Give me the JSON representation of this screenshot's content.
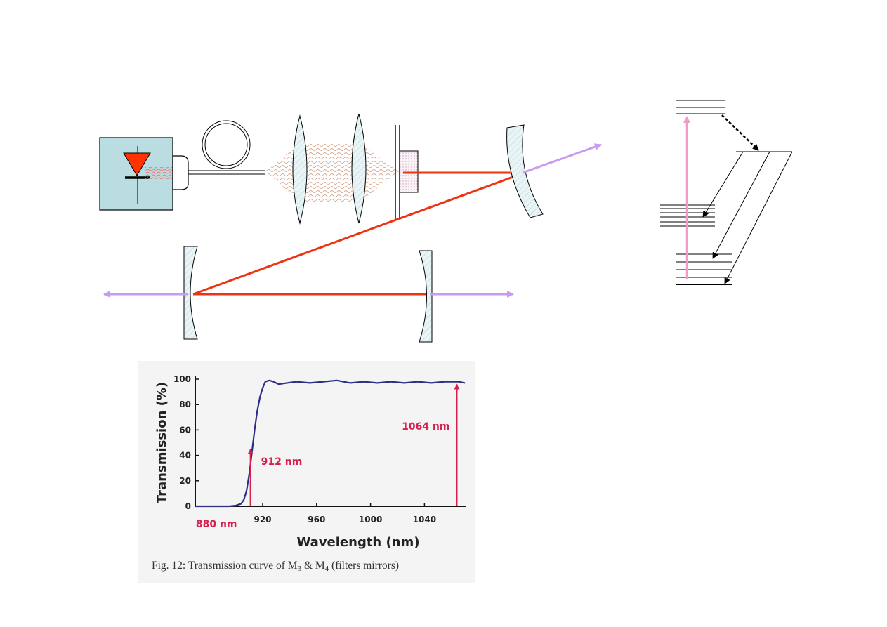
{
  "colors": {
    "laser_red": "#ee3311",
    "violet_beam": "#c89af0",
    "pump_pink": "#f59ac8",
    "diode_box": "#b9dde0",
    "diode_red": "#ff3300",
    "curve_blue": "#2d2f84",
    "annotation_red": "#d8204e",
    "plot_bg": "#f4f4f4"
  },
  "chart_data": {
    "type": "line",
    "x": [
      870,
      880,
      890,
      895,
      900,
      904,
      906,
      908,
      910,
      912,
      914,
      916,
      918,
      920,
      922,
      925,
      928,
      932,
      938,
      945,
      955,
      965,
      975,
      985,
      995,
      1005,
      1015,
      1025,
      1035,
      1045,
      1055,
      1065,
      1070
    ],
    "y": [
      0,
      0,
      0,
      0,
      0.5,
      2,
      5,
      12,
      25,
      42,
      60,
      75,
      86,
      93,
      98,
      99,
      98,
      96,
      97,
      98,
      97,
      98,
      99,
      97,
      98,
      97,
      98,
      97,
      98,
      97,
      98,
      98,
      97
    ],
    "xlabel": "Wavelength (nm)",
    "ylabel": "Transmission (%)",
    "xticks": [
      "920",
      "960",
      "1000",
      "1040"
    ],
    "yticks": [
      "0",
      "20",
      "40",
      "60",
      "80",
      "100"
    ],
    "xlim": [
      870,
      1070
    ],
    "ylim": [
      0,
      100
    ],
    "grid": false,
    "annotations": [
      {
        "text": "880 nm",
        "x": 880
      },
      {
        "text": "912 nm",
        "x": 912,
        "y": 45
      },
      {
        "text": "1064 nm",
        "x": 1064,
        "y": 97
      }
    ]
  },
  "caption": {
    "prefix": "Fig. 12: Transmission curve of M",
    "sub1": "3",
    "mid": " & M",
    "sub2": "4",
    "suffix": " (filters mirrors)"
  }
}
